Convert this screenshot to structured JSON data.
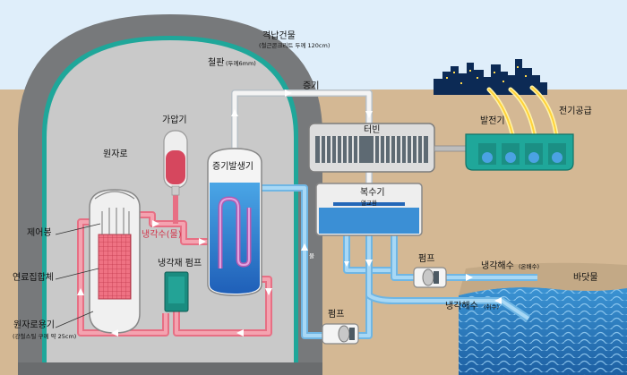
{
  "labels": {
    "containment": "격납건물",
    "containment_note": "(철근콘크리트 두께 120cm)",
    "steel_plate": "철판",
    "steel_plate_note": "(두께6mm)",
    "steam": "증기",
    "turbine": "터빈",
    "generator": "발전기",
    "power_supply": "전기공급",
    "pressurizer": "가압기",
    "reactor": "원자로",
    "steam_generator": "증기발생기",
    "condenser": "복수기",
    "heat_exchanger": "열교환",
    "control_rod": "제어봉",
    "coolant_water": "냉각수(물)",
    "water": "물",
    "coolant_pump": "냉각재 펌프",
    "fuel_assembly": "연료집합체",
    "pressure_vessel": "원자로용기",
    "pressure_vessel_note": "(강철스틸 구께 약 25cm)",
    "pump_1": "펌프",
    "pump_2": "펌프",
    "cooling_sea_out": "냉각해수",
    "cooling_sea_out_note": "(온배수)",
    "cooling_sea_in": "냉각해수",
    "cooling_sea_in_note": "(취수)",
    "sea_water": "바닷물"
  },
  "colors": {
    "sky": "#dfeefa",
    "ground": "#d4b894",
    "concrete": "#77797b",
    "steel_liner": "#1fa79a",
    "interior": "#c9c9c9",
    "primary_loop": "#e76f84",
    "secondary_loop": "#8ec9ec",
    "steam_line": "#f4f4f4",
    "generator": "#1fa79a",
    "sea": "#2f86c8",
    "city": "#0c2a55"
  }
}
